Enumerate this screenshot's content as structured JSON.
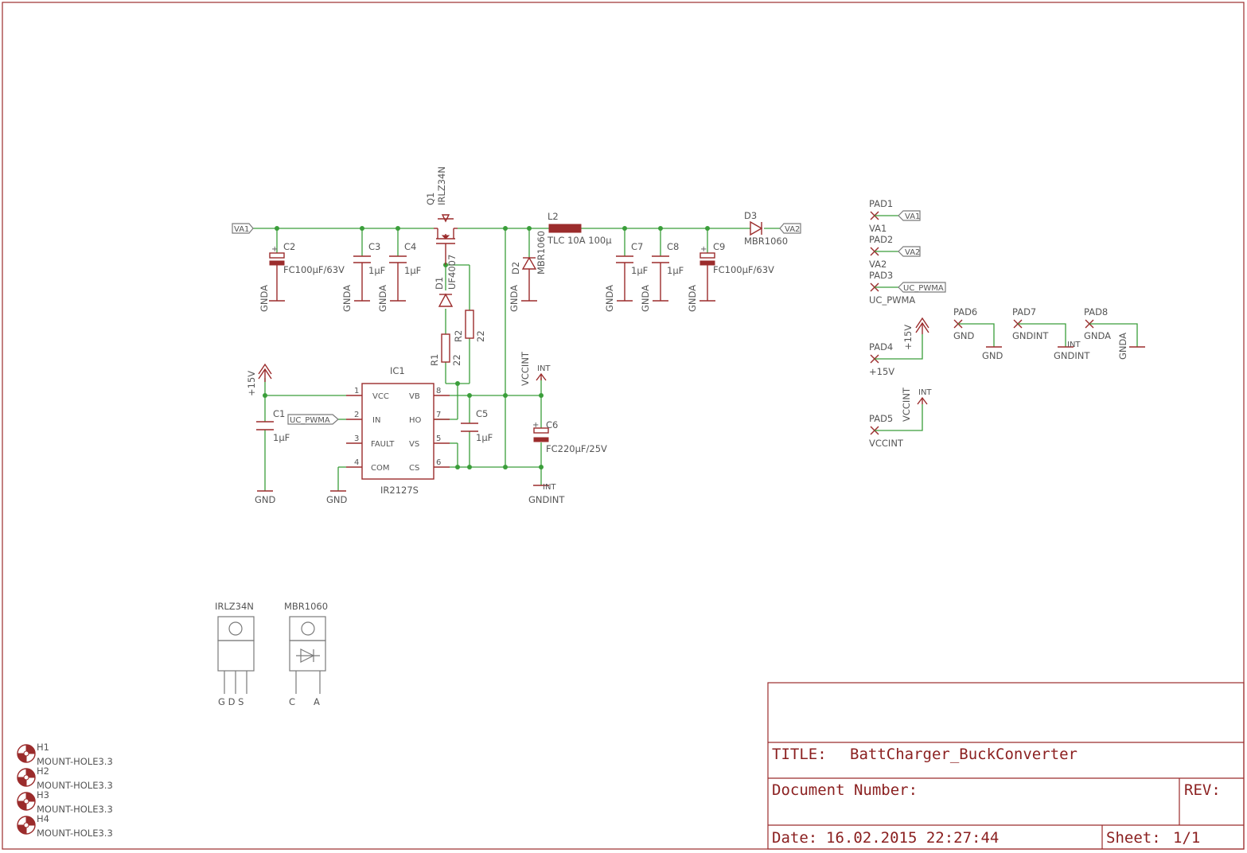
{
  "title_block": {
    "title_label": "TITLE:",
    "title_value": "BattCharger_BuckConverter",
    "docnum_label": "Document Number:",
    "rev_label": "REV:",
    "date_label": "Date:",
    "date_value": "16.02.2015 22:27:44",
    "sheet_label": "Sheet:",
    "sheet_value": "1/1"
  },
  "nets": {
    "va1": "VA1",
    "va2": "VA2",
    "uc_pwma": "UC_PWMA",
    "gnda": "GNDA",
    "gnd": "GND",
    "gndint": "GNDINT",
    "vccint": "VCCINT",
    "int": "INT",
    "p15v": "+15V"
  },
  "components": {
    "c1": {
      "name": "C1",
      "value": "1µF"
    },
    "c2": {
      "name": "C2",
      "value": "FC100µF/63V"
    },
    "c3": {
      "name": "C3",
      "value": "1µF"
    },
    "c4": {
      "name": "C4",
      "value": "1µF"
    },
    "c5": {
      "name": "C5",
      "value": "1µF"
    },
    "c6": {
      "name": "C6",
      "value": "FC220µF/25V"
    },
    "c7": {
      "name": "C7",
      "value": "1µF"
    },
    "c8": {
      "name": "C8",
      "value": "1µF"
    },
    "c9": {
      "name": "C9",
      "value": "FC100µF/63V"
    },
    "q1": {
      "name": "Q1",
      "value": "IRLZ34N"
    },
    "d1": {
      "name": "D1",
      "value": "UF4007"
    },
    "d2": {
      "name": "D2",
      "value": "MBR1060"
    },
    "d3": {
      "name": "D3",
      "value": "MBR1060"
    },
    "l2": {
      "name": "L2",
      "value": "TLC 10A 100µ"
    },
    "r1": {
      "name": "R1",
      "value": "22"
    },
    "r2": {
      "name": "R2",
      "value": "22"
    },
    "ic1": {
      "name": "IC1",
      "value": "IR2127S",
      "pins": [
        {
          "num": "1",
          "name": "VCC"
        },
        {
          "num": "2",
          "name": "IN"
        },
        {
          "num": "3",
          "name": "FAULT"
        },
        {
          "num": "4",
          "name": "COM"
        },
        {
          "num": "8",
          "name": "VB"
        },
        {
          "num": "7",
          "name": "HO"
        },
        {
          "num": "5",
          "name": "VS"
        },
        {
          "num": "6",
          "name": "CS"
        }
      ]
    }
  },
  "pads": [
    {
      "name": "PAD1",
      "net": "VA1"
    },
    {
      "name": "PAD2",
      "net": "VA2"
    },
    {
      "name": "PAD3",
      "net": "UC_PWMA"
    },
    {
      "name": "PAD4",
      "net": "+15V"
    },
    {
      "name": "PAD5",
      "net": "VCCINT"
    },
    {
      "name": "PAD6",
      "net": "GND"
    },
    {
      "name": "PAD7",
      "net": "GNDINT"
    },
    {
      "name": "PAD8",
      "net": "GNDA"
    }
  ],
  "packages": [
    {
      "name": "IRLZ34N",
      "pins": "G D S"
    },
    {
      "name": "MBR1060",
      "pins_c": "C",
      "pins_a": "A"
    }
  ],
  "mount_holes": [
    {
      "name": "H1",
      "value": "MOUNT-HOLE3.3"
    },
    {
      "name": "H2",
      "value": "MOUNT-HOLE3.3"
    },
    {
      "name": "H3",
      "value": "MOUNT-HOLE3.3"
    },
    {
      "name": "H4",
      "value": "MOUNT-HOLE3.3"
    }
  ],
  "colors": {
    "wire": "#3a9e3a",
    "component": "#9b2c2c",
    "text": "#555555"
  }
}
